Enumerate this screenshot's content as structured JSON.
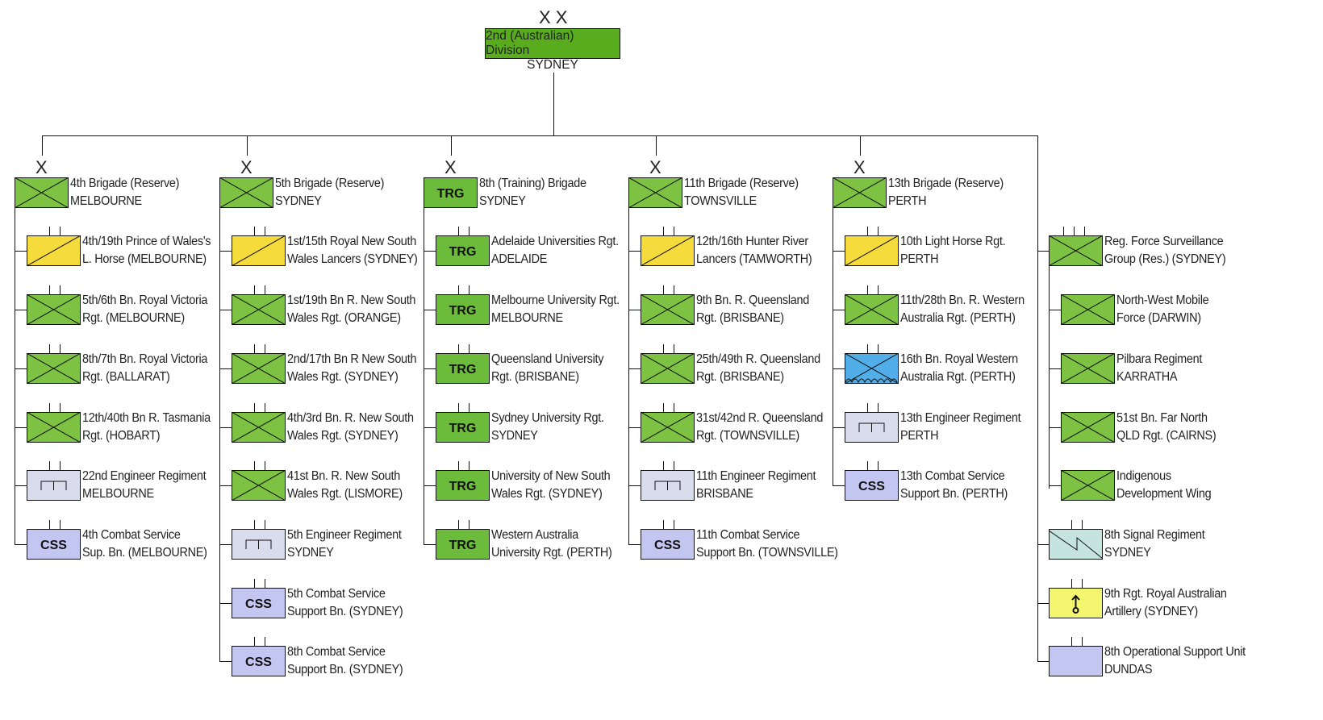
{
  "division": {
    "echelon": "X X",
    "name": "2nd (Australian) Division",
    "location": "SYDNEY"
  },
  "colors": {
    "infantry": "#7dc242",
    "cavalry": "#f5dc3c",
    "training": "#6dbb3a",
    "engineer": "#d9dced",
    "css": "#c4c6f2",
    "signal": "#c6e4df",
    "artillery": "#f3f66e",
    "amphibious": "#52aee8",
    "support": "#c4c6f2",
    "division": "#5aac1f"
  },
  "brigades": [
    {
      "echelon": "X",
      "type": "infantry",
      "lines": [
        "4th Brigade (Reserve)",
        "MELBOURNE"
      ],
      "units": [
        {
          "type": "cavalry",
          "lines": [
            "4th/19th Prince of Wales's",
            "L. Horse (MELBOURNE)"
          ]
        },
        {
          "type": "infantry",
          "lines": [
            "5th/6th Bn. Royal Victoria",
            "Rgt. (MELBOURNE)"
          ]
        },
        {
          "type": "infantry",
          "lines": [
            "8th/7th Bn. Royal Victoria",
            "Rgt. (BALLARAT)"
          ]
        },
        {
          "type": "infantry",
          "lines": [
            "12th/40th Bn R. Tasmania",
            "Rgt. (HOBART)"
          ]
        },
        {
          "type": "engineer",
          "lines": [
            "22nd Engineer Regiment",
            "MELBOURNE"
          ]
        },
        {
          "type": "css",
          "symbol": "CSS",
          "lines": [
            "4th Combat Service",
            "Sup. Bn. (MELBOURNE)"
          ]
        }
      ]
    },
    {
      "echelon": "X",
      "type": "infantry",
      "lines": [
        "5th Brigade (Reserve)",
        "SYDNEY"
      ],
      "units": [
        {
          "type": "cavalry",
          "lines": [
            "1st/15th Royal New South",
            "Wales Lancers (SYDNEY)"
          ]
        },
        {
          "type": "infantry",
          "lines": [
            "1st/19th Bn R. New South",
            "Wales Rgt. (ORANGE)"
          ]
        },
        {
          "type": "infantry",
          "lines": [
            "2nd/17th Bn R New South",
            "Wales Rgt. (SYDNEY)"
          ]
        },
        {
          "type": "infantry",
          "lines": [
            "4th/3rd Bn. R. New South",
            "Wales Rgt. (SYDNEY)"
          ]
        },
        {
          "type": "infantry",
          "lines": [
            "41st Bn. R. New South",
            "Wales Rgt. (LISMORE)"
          ]
        },
        {
          "type": "engineer",
          "lines": [
            "5th Engineer Regiment",
            "SYDNEY"
          ]
        },
        {
          "type": "css",
          "symbol": "CSS",
          "lines": [
            "5th Combat Service",
            "Support Bn. (SYDNEY)"
          ]
        },
        {
          "type": "css",
          "symbol": "CSS",
          "lines": [
            "8th Combat Service",
            "Support Bn. (SYDNEY)"
          ]
        }
      ]
    },
    {
      "echelon": "X",
      "type": "training",
      "symbol": "TRG",
      "lines": [
        "8th (Training) Brigade",
        "SYDNEY"
      ],
      "units": [
        {
          "type": "training",
          "symbol": "TRG",
          "lines": [
            "Adelaide Universities Rgt.",
            "ADELAIDE"
          ]
        },
        {
          "type": "training",
          "symbol": "TRG",
          "lines": [
            "Melbourne University Rgt.",
            "MELBOURNE"
          ]
        },
        {
          "type": "training",
          "symbol": "TRG",
          "lines": [
            "Queensland University",
            "Rgt. (BRISBANE)"
          ]
        },
        {
          "type": "training",
          "symbol": "TRG",
          "lines": [
            "Sydney University Rgt.",
            "SYDNEY"
          ]
        },
        {
          "type": "training",
          "symbol": "TRG",
          "lines": [
            "University of New South",
            "Wales Rgt. (SYDNEY)"
          ]
        },
        {
          "type": "training",
          "symbol": "TRG",
          "lines": [
            "Western Australia",
            "University Rgt. (PERTH)"
          ]
        }
      ]
    },
    {
      "echelon": "X",
      "type": "infantry",
      "lines": [
        "11th Brigade (Reserve)",
        "TOWNSVILLE"
      ],
      "units": [
        {
          "type": "cavalry",
          "lines": [
            "12th/16th Hunter River",
            "Lancers (TAMWORTH)"
          ]
        },
        {
          "type": "infantry",
          "lines": [
            "9th Bn. R. Queensland",
            "Rgt. (BRISBANE)"
          ]
        },
        {
          "type": "infantry",
          "lines": [
            "25th/49th R. Queensland",
            "Rgt. (BRISBANE)"
          ]
        },
        {
          "type": "infantry",
          "lines": [
            "31st/42nd R. Queensland",
            "Rgt. (TOWNSVILLE)"
          ]
        },
        {
          "type": "engineer",
          "lines": [
            "11th Engineer Regiment",
            "BRISBANE"
          ]
        },
        {
          "type": "css",
          "symbol": "CSS",
          "lines": [
            "11th Combat Service",
            "Support Bn. (TOWNSVILLE)"
          ]
        }
      ]
    },
    {
      "echelon": "X",
      "type": "infantry",
      "lines": [
        "13th Brigade (Reserve)",
        "PERTH"
      ],
      "units": [
        {
          "type": "cavalry",
          "lines": [
            "10th Light Horse Rgt.",
            "PERTH"
          ]
        },
        {
          "type": "infantry",
          "lines": [
            "11th/28th Bn. R. Western",
            "Australia Rgt. (PERTH)"
          ]
        },
        {
          "type": "amphibious",
          "lines": [
            "16th Bn. Royal Western",
            "Australia Rgt. (PERTH)"
          ]
        },
        {
          "type": "engineer",
          "lines": [
            "13th Engineer Regiment",
            "PERTH"
          ]
        },
        {
          "type": "css",
          "symbol": "CSS",
          "lines": [
            "13th Combat Service",
            "Support Bn. (PERTH)"
          ]
        }
      ]
    }
  ],
  "divisional_units": [
    {
      "type": "infantry",
      "echelon_marks": 3,
      "lines": [
        "Reg. Force Surveillance",
        "Group (Res.) (SYDNEY)"
      ]
    },
    {
      "type": "infantry",
      "sub": true,
      "lines": [
        "North-West Mobile",
        "Force (DARWIN)"
      ]
    },
    {
      "type": "infantry",
      "sub": true,
      "lines": [
        "Pilbara Regiment",
        "KARRATHA"
      ]
    },
    {
      "type": "infantry",
      "sub": true,
      "lines": [
        "51st Bn. Far North",
        "QLD Rgt. (CAIRNS)"
      ]
    },
    {
      "type": "infantry",
      "sub": true,
      "lines": [
        "Indigenous",
        "Development Wing"
      ]
    },
    {
      "type": "signal",
      "lines": [
        "8th Signal Regiment",
        "SYDNEY"
      ]
    },
    {
      "type": "artillery",
      "lines": [
        "9th Rgt. Royal Australian",
        "Artillery (SYDNEY)"
      ]
    },
    {
      "type": "support",
      "lines": [
        "8th Operational Support Unit",
        "DUNDAS"
      ]
    }
  ]
}
